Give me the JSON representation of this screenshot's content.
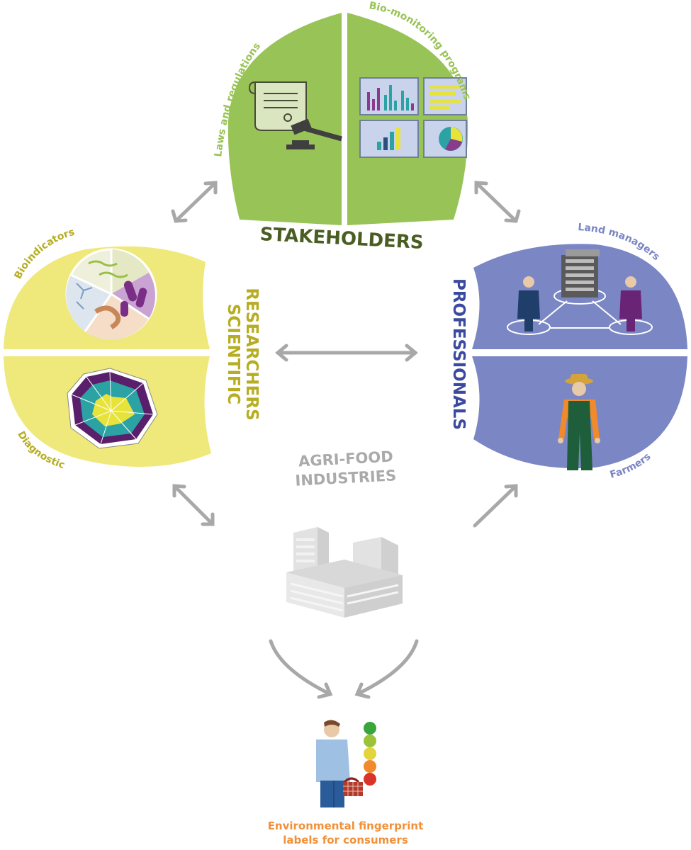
{
  "title_stakeholders": "STAKEHOLDERS",
  "title_scientific_line1": "SCIENTIFIC",
  "title_scientific_line2": "RESEARCHERS",
  "title_professionals": "PROFESSIONALS",
  "title_agrifood_line1": "AGRI-FOOD",
  "title_agrifood_line2": "INDUSTRIES",
  "label_laws": "Laws and regulations",
  "label_biomonitoring": "Bio-monitoring programs",
  "label_bioindicators": "Bioindicators",
  "label_diagnostic": "Diagnostic",
  "label_land_managers": "Land managers",
  "label_farmers": "Farmers",
  "caption_line1": "Environmental fingerprint",
  "caption_line2": "labels for consumers",
  "colors": {
    "stakeholders": "#98c356",
    "stakeholders_text": "#4a5d23",
    "scientific": "#efe87b",
    "scientific_text": "#b6ad22",
    "professionals": "#7b86c4",
    "professionals_text": "#3a4aa0",
    "agrifood": "#aaaaaa",
    "arrow": "#a8a8a8",
    "caption": "#f0913a"
  }
}
